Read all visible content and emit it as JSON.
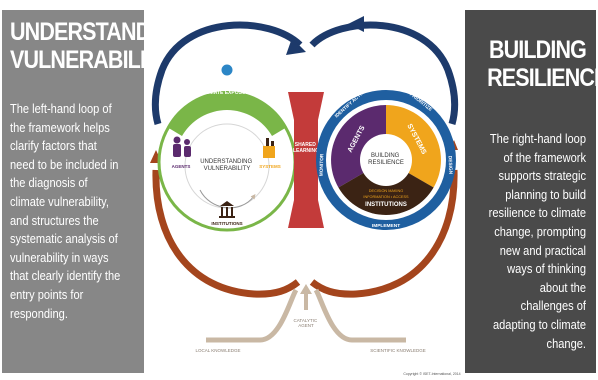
{
  "left_panel": {
    "title": "UNDERSTANDING VULNERABILITY",
    "body": "The left-hand loop of the framework helps clarify factors that need to be included in the diagnosis of climate vulnerability, and structures the systematic analysis of vulnerability in ways that clearly identify the entry points for responding."
  },
  "right_panel": {
    "title": "BUILDING RESILIENCE",
    "body": "The right-hand loop of the framework supports strategic planning to build resilience to climate change, prompting new and practical ways of thinking about the challenges of adapting to climate change."
  },
  "diagram": {
    "climate_exposure": "CLIMATE EXPOSURE",
    "left_center": "UNDERSTANDING VULNERABILITY",
    "agents": "AGENTS",
    "systems": "SYSTEMS",
    "institutions": "INSTITUTIONS",
    "shared_learning": "SHARED LEARNING",
    "right_center": "BUILDING RESILIENCE",
    "seg_agents": "AGENTS",
    "seg_systems": "SYSTEMS",
    "seg_institutions": "INSTITUTIONS",
    "decision_making": "DECISION MAKING",
    "information_access": "INFORMATION • ACCESS",
    "ring_labels": {
      "identify_actions": "IDENTIFY ACTIONS",
      "prioritize": "PRIORITIZE",
      "design": "DESIGN",
      "implement": "IMPLEMENT",
      "monitor": "MONITOR"
    },
    "catalytic_agent": "CATALYTIC AGENT",
    "local_knowledge": "LOCAL KNOWLEDGE",
    "scientific_knowledge": "SCIENTIFIC KNOWLEDGE",
    "copyright": "Copyright © ISET-International, 2014"
  },
  "colors": {
    "left_panel_bg": "#878787",
    "right_panel_bg": "#4a4a4a",
    "navy": "#1d3a6b",
    "rust": "#a4451d",
    "green": "#7ab648",
    "purple": "#5b2a6e",
    "gold": "#f0a51c",
    "dark_brown": "#3b2314",
    "blue_ring": "#1f5fa0",
    "red_band": "#c33b3a",
    "tan": "#c9b8a4"
  }
}
